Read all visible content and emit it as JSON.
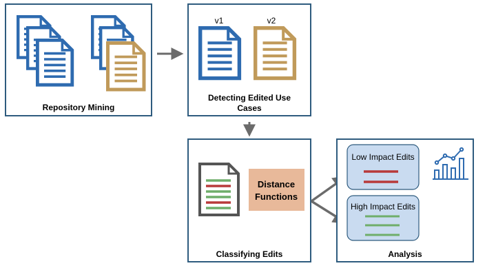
{
  "stages": {
    "repository_mining": {
      "label": "Repository Mining"
    },
    "detecting_edits": {
      "label_line1": "Detecting Edited Use",
      "label_line2": "Cases",
      "v1": "v1",
      "v2": "v2"
    },
    "classifying": {
      "label": "Classifying Edits",
      "distance_line1": "Distance",
      "distance_line2": "Functions"
    },
    "analysis": {
      "label": "Analysis",
      "low_impact": "Low Impact Edits",
      "high_impact": "High Impact Edits"
    }
  },
  "colors": {
    "box_border": "#2e5b7e",
    "doc_blue": "#2e6bb0",
    "doc_gold": "#c09a5a",
    "doc_gray": "#555555",
    "arrow": "#6b6b6b",
    "distance_fill": "#e8b99a",
    "impact_fill": "#c9dbf0",
    "impact_border": "#2e5b7e",
    "red_line": "#b83a3a",
    "green_line": "#6fae6a",
    "chart_icon": "#2e6bb0"
  },
  "icons": [
    "document-icon",
    "chart-icon",
    "arrow-right-icon",
    "arrow-down-icon"
  ]
}
